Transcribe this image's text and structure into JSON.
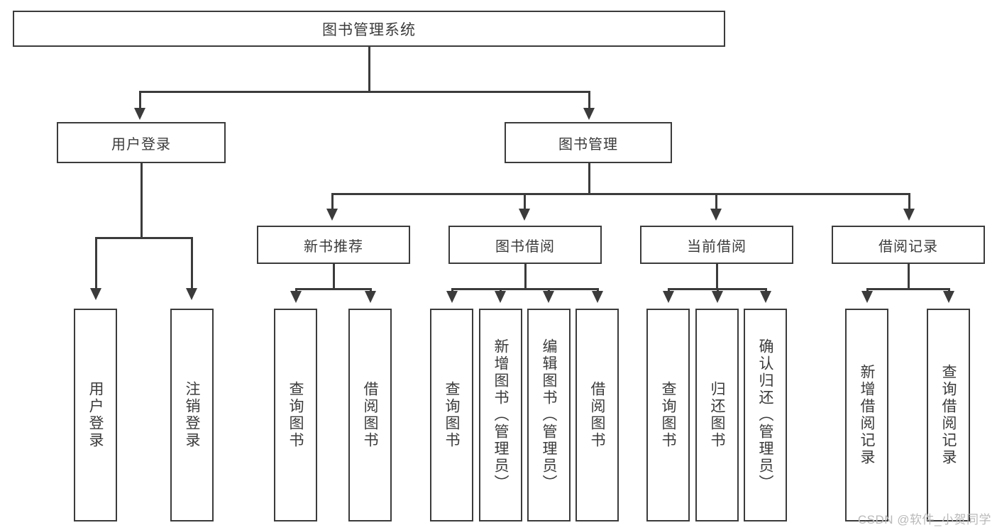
{
  "diagram": {
    "type": "tree-hierarchy",
    "title": "图书管理系统",
    "root": {
      "label": "图书管理系统"
    },
    "level2": [
      {
        "label": "用户登录"
      },
      {
        "label": "图书管理"
      }
    ],
    "level3": [
      {
        "label": "新书推荐"
      },
      {
        "label": "图书借阅"
      },
      {
        "label": "当前借阅"
      },
      {
        "label": "借阅记录"
      }
    ],
    "leaves": {
      "user_login": [
        {
          "label": "用户登录"
        },
        {
          "label": "注销登录"
        }
      ],
      "new_book_recommend": [
        {
          "label": "查询图书"
        },
        {
          "label": "借阅图书"
        }
      ],
      "book_borrow": [
        {
          "label": "查询图书"
        },
        {
          "label": "新增图书（管理员）"
        },
        {
          "label": "编辑图书（管理员）"
        },
        {
          "label": "借阅图书"
        }
      ],
      "current_borrow": [
        {
          "label": "查询图书"
        },
        {
          "label": "归还图书"
        },
        {
          "label": "确认归还（管理员）"
        }
      ],
      "borrow_record": [
        {
          "label": "新增借阅记录"
        },
        {
          "label": "查询借阅记录"
        }
      ]
    },
    "colors": {
      "stroke": "#3b3b3b",
      "fill": "#ffffff",
      "watermark": "#b9b9b9"
    },
    "watermark": "CSDN @软件_小贺同学"
  }
}
